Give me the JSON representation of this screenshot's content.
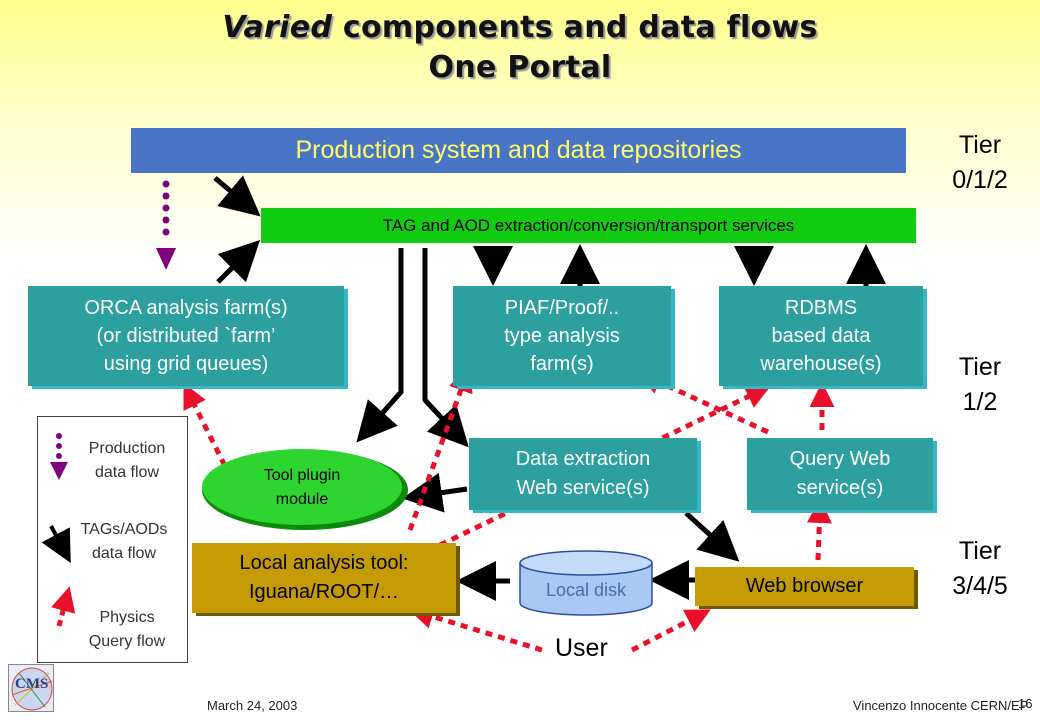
{
  "title": {
    "line1_em": "Varied",
    "line1_rest": " components and data flows",
    "line2": "One Portal"
  },
  "boxes": {
    "production": "Production system and data repositories",
    "tag_aod": "TAG and AOD extraction/conversion/transport services",
    "orca": [
      "ORCA analysis farm(s)",
      "(or distributed `farm’",
      "using grid queues)"
    ],
    "piaf": [
      "PIAF/Proof/..",
      "type analysis",
      "farm(s)"
    ],
    "rdbms": [
      "RDBMS",
      "based data",
      "warehouse(s)"
    ],
    "data_extraction": [
      "Data extraction",
      "Web service(s)"
    ],
    "query_web": [
      "Query Web",
      "service(s)"
    ],
    "tool_plugin": [
      "Tool plugin",
      "module"
    ],
    "local_analysis": [
      "Local analysis tool:",
      "Iguana/ROOT/…"
    ],
    "local_disk": "Local disk",
    "web_browser": "Web browser",
    "user": "User"
  },
  "tiers": {
    "t1": [
      "Tier",
      "0/1/2"
    ],
    "t2": [
      "Tier",
      "1/2"
    ],
    "t3": [
      "Tier",
      "3/4/5"
    ]
  },
  "legend": {
    "production": [
      "Production",
      "data flow"
    ],
    "tags": [
      "TAGs/AODs",
      "data flow"
    ],
    "physics": [
      "Physics",
      "Query flow"
    ]
  },
  "footer": {
    "logo": "CMS",
    "date": "March 24, 2003",
    "author": "Vincenzo Innocente CERN/EP",
    "page": "16"
  },
  "colors": {
    "production_box": "#4a74c6",
    "production_text": "#ffff66",
    "tag_box": "#11cc11",
    "teal_box": "#2c9f9f",
    "gold_box": "#c59b04",
    "production_flow": "#800080",
    "physics_flow": "#e8102a",
    "tag_flow": "#000000"
  }
}
